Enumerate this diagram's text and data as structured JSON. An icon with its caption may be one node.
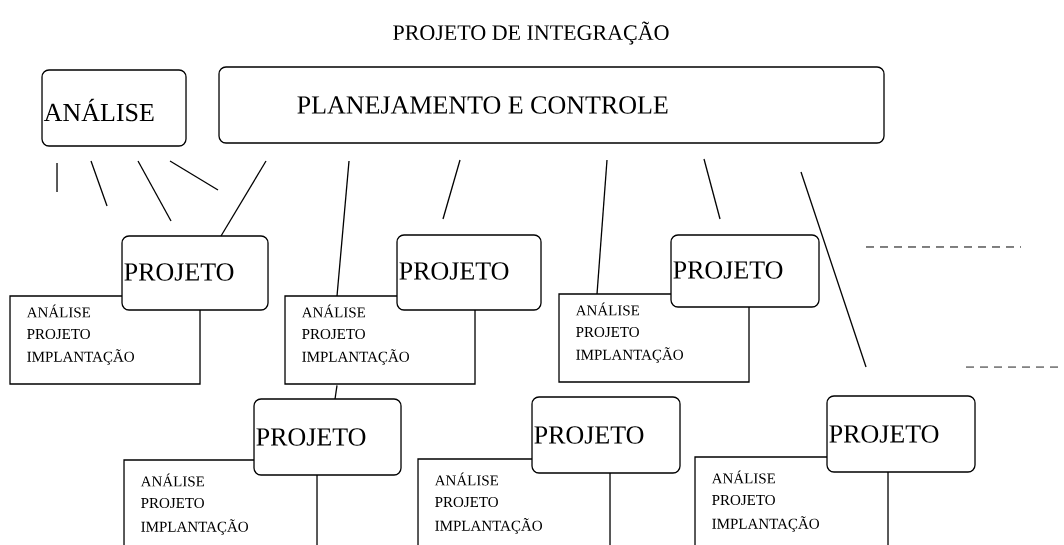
{
  "diagram": {
    "title": "PROJETO DE INTEGRAÇÃO",
    "nodes": [
      {
        "text": [
          "ANÁLISE"
        ]
      },
      {
        "text": [
          "PLANEJAMENTO E CONTROLE"
        ]
      },
      {
        "text": [
          "PROJETO"
        ]
      },
      {
        "text": [
          "ANÁLISE",
          "PROJETO",
          "IMPLANTAÇÃO"
        ]
      },
      {
        "text": [
          "PROJETO"
        ]
      },
      {
        "text": [
          "ANÁLISE",
          "PROJETO",
          "IMPLANTAÇÃO"
        ]
      },
      {
        "text": [
          "PROJETO"
        ]
      },
      {
        "text": [
          "ANÁLISE",
          "PROJETO",
          "IMPLANTAÇÃO"
        ]
      },
      {
        "text": [
          "PROJETO"
        ]
      },
      {
        "text": [
          "ANÁLISE",
          "PROJETO",
          "IMPLANTAÇÃO"
        ]
      },
      {
        "text": [
          "PROJETO"
        ]
      },
      {
        "text": [
          "ANÁLISE",
          "PROJETO",
          "IMPLANTAÇÃO"
        ]
      },
      {
        "text": [
          "PROJETO"
        ]
      },
      {
        "text": [
          "ANÁLISE",
          "PROJETO",
          "IMPLANTAÇÃO"
        ]
      }
    ],
    "edges": [
      {
        "from": null,
        "to": 2,
        "arrow": "none"
      },
      {
        "from": null,
        "to": 5,
        "arrow": "none"
      },
      {
        "from": null,
        "to": 7,
        "arrow": "none"
      },
      {
        "from": 5,
        "to": 8,
        "arrow": "none"
      }
    ]
  }
}
